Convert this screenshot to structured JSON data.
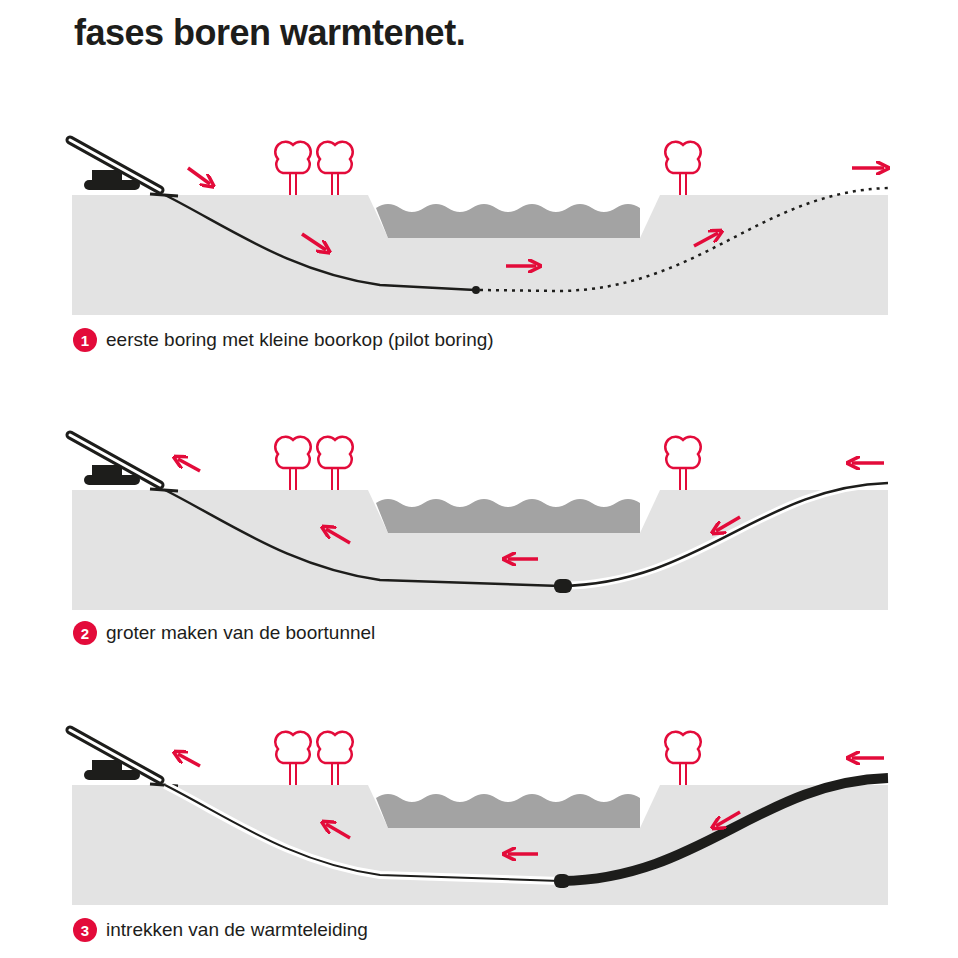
{
  "diagram": {
    "title": "fases boren warmtenet.",
    "nodes": [
      {
        "text": [
          "1"
        ]
      },
      {
        "text": [
          "2"
        ]
      },
      {
        "text": [
          "3"
        ]
      }
    ],
    "labels": [
      "eerste boring met kleine boorkop (pilot boring)",
      "groter maken van de boortunnel",
      "intrekken van de warmteleiding"
    ]
  }
}
